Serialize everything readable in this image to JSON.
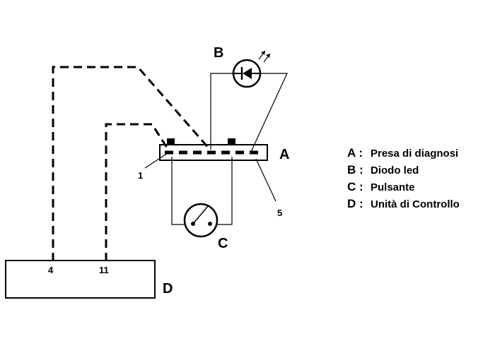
{
  "diagram": {
    "labels": {
      "socket": "A",
      "led": "B",
      "button": "C",
      "control_unit": "D",
      "pin_1": "1",
      "pin_5": "5",
      "pin_4": "4",
      "pin_11": "11"
    },
    "legend": [
      {
        "key": "A :",
        "text": "Presa di diagnosi"
      },
      {
        "key": "B :",
        "text": "Diodo led"
      },
      {
        "key": "C :",
        "text": "Pulsante"
      },
      {
        "key": "D :",
        "text": "Unità di Controllo"
      }
    ]
  }
}
